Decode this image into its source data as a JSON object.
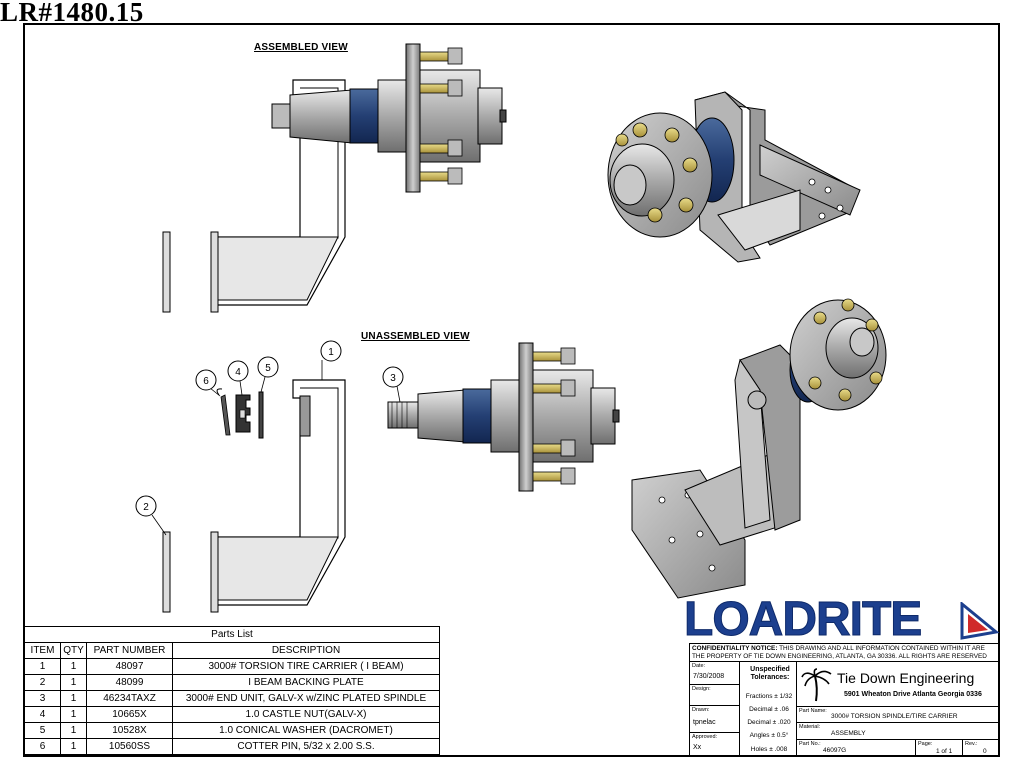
{
  "document_number": "LR#1480.15",
  "views": {
    "assembled": "ASSEMBLED VIEW",
    "unassembled": "UNASSEMBLED VIEW"
  },
  "balloons": [
    "1",
    "2",
    "3",
    "4",
    "5",
    "6"
  ],
  "parts_list": {
    "title": "Parts List",
    "headers": [
      "ITEM",
      "QTY",
      "PART NUMBER",
      "DESCRIPTION"
    ],
    "rows": [
      [
        "1",
        "1",
        "48097",
        "3000# TORSION TIRE CARRIER ( I BEAM)"
      ],
      [
        "2",
        "1",
        "48099",
        "I BEAM BACKING PLATE"
      ],
      [
        "3",
        "1",
        "46234TAXZ",
        "3000# END UNIT, GALV-X w/ZINC PLATED SPINDLE"
      ],
      [
        "4",
        "1",
        "10665X",
        "1.0 CASTLE NUT(GALV-X)"
      ],
      [
        "5",
        "1",
        "10528X",
        "1.0 CONICAL WASHER (DACROMET)"
      ],
      [
        "6",
        "1",
        "10560SS",
        "COTTER PIN, 5/32 x 2.00 S.S."
      ]
    ]
  },
  "logo": {
    "text": "LOADRITE",
    "color": "#1c3f8e",
    "accent": "#d02a2a"
  },
  "title_block": {
    "notice_label": "CONFIDENTIALITY NOTICE:",
    "notice_text": "THIS DRAWING AND ALL INFORMATION CONTAINED WITHIN IT ARE THE PROPERTY OF TIE DOWN ENGINEERING, ATLANTA, GA 30336. ALL RIGHTS ARE RESERVED",
    "date_label": "Date:",
    "date_value": "7/30/2008",
    "design_label": "Design:",
    "design_value": "",
    "drawn_label": "Drawn:",
    "drawn_value": "tpnelac",
    "approved_label": "Approved:",
    "approved_value": "Xx",
    "tolerance_title": "Unspecified Tolerances:",
    "tolerances": [
      "Fractions ± 1/32",
      "Decimal ± .06",
      "Decimal ± .020",
      "Angles ± 0.5°",
      "Holes ± .008"
    ],
    "company_name": "Tie Down Engineering",
    "company_address": "5901 Wheaton Drive Atlanta Georgia 0336",
    "part_name_label": "Part Name:",
    "part_name_value": "3000# TORSION SPINDLE/TIRE CARRIER",
    "material_label": "Material:",
    "material_value": "ASSEMBLY",
    "part_no_label": "Part No.:",
    "part_no_value": "46097G",
    "page_label": "Page:",
    "page_value": "1 of 1",
    "rev_label": "Rev.:",
    "rev_value": "0"
  }
}
